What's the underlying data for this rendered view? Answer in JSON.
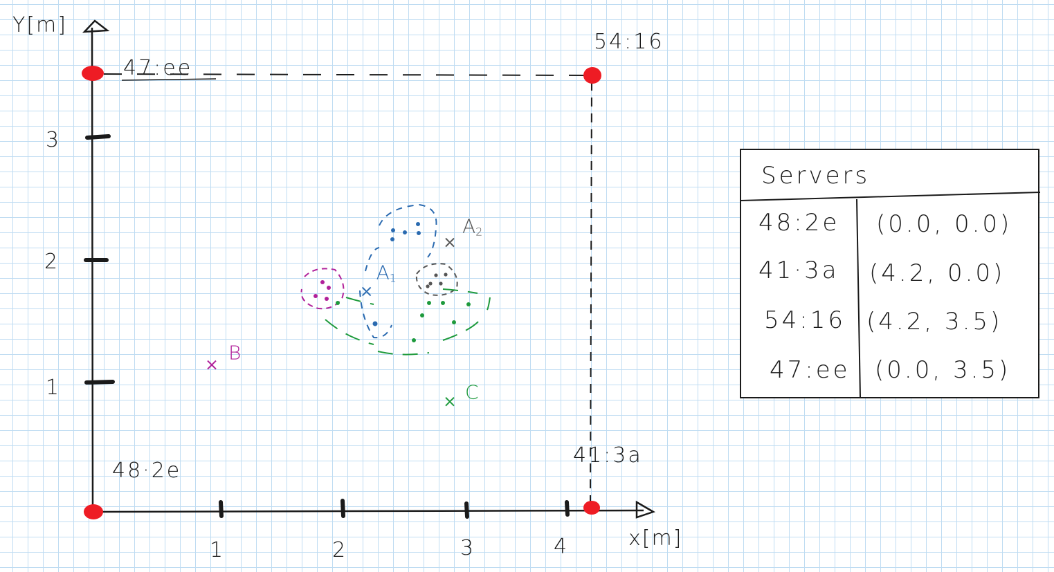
{
  "axes": {
    "y_label": "Y[m]",
    "x_label": "x[m]",
    "x_ticks": [
      "1",
      "2",
      "3",
      "4"
    ],
    "y_ticks": [
      "1",
      "2",
      "3"
    ]
  },
  "servers": [
    {
      "id": "48:2e",
      "label": "48·2e",
      "x": 0.0,
      "y": 0.0,
      "table_id": "48:2e",
      "coords": "(0.0, 0.0)"
    },
    {
      "id": "41:3a",
      "label": "41:3a",
      "x": 4.2,
      "y": 0.0,
      "table_id": "41·3a",
      "coords": "(4.2, 0.0)"
    },
    {
      "id": "54:16",
      "label": "54:16",
      "x": 4.2,
      "y": 3.5,
      "table_id": "54:16",
      "coords": "(4.2, 3.5)"
    },
    {
      "id": "47:ee",
      "label": "47:ee",
      "x": 0.0,
      "y": 3.5,
      "table_id": "47:ee",
      "coords": "(0.0, 3.5)"
    }
  ],
  "table": {
    "header": "Servers"
  },
  "points": [
    {
      "id": "A1",
      "label": "A",
      "sub": "1",
      "x": 2.3,
      "y": 1.8,
      "color": "#2a6ab0"
    },
    {
      "id": "A2",
      "label": "A",
      "sub": "2",
      "x": 3.0,
      "y": 2.2,
      "color": "#555555"
    },
    {
      "id": "B",
      "label": "B",
      "x": 1.0,
      "y": 1.2,
      "color": "#b0209a"
    },
    {
      "id": "C",
      "label": "C",
      "x": 3.0,
      "y": 0.9,
      "color": "#1e9a3c"
    }
  ],
  "colors": {
    "server": "#ee1c24",
    "axis": "#1a1a1a",
    "grid": "#bfdcf2",
    "cluster_blue": "#2a6ab0",
    "cluster_magenta": "#b0209a",
    "cluster_green": "#1e9a3c",
    "cluster_gray": "#555555"
  }
}
